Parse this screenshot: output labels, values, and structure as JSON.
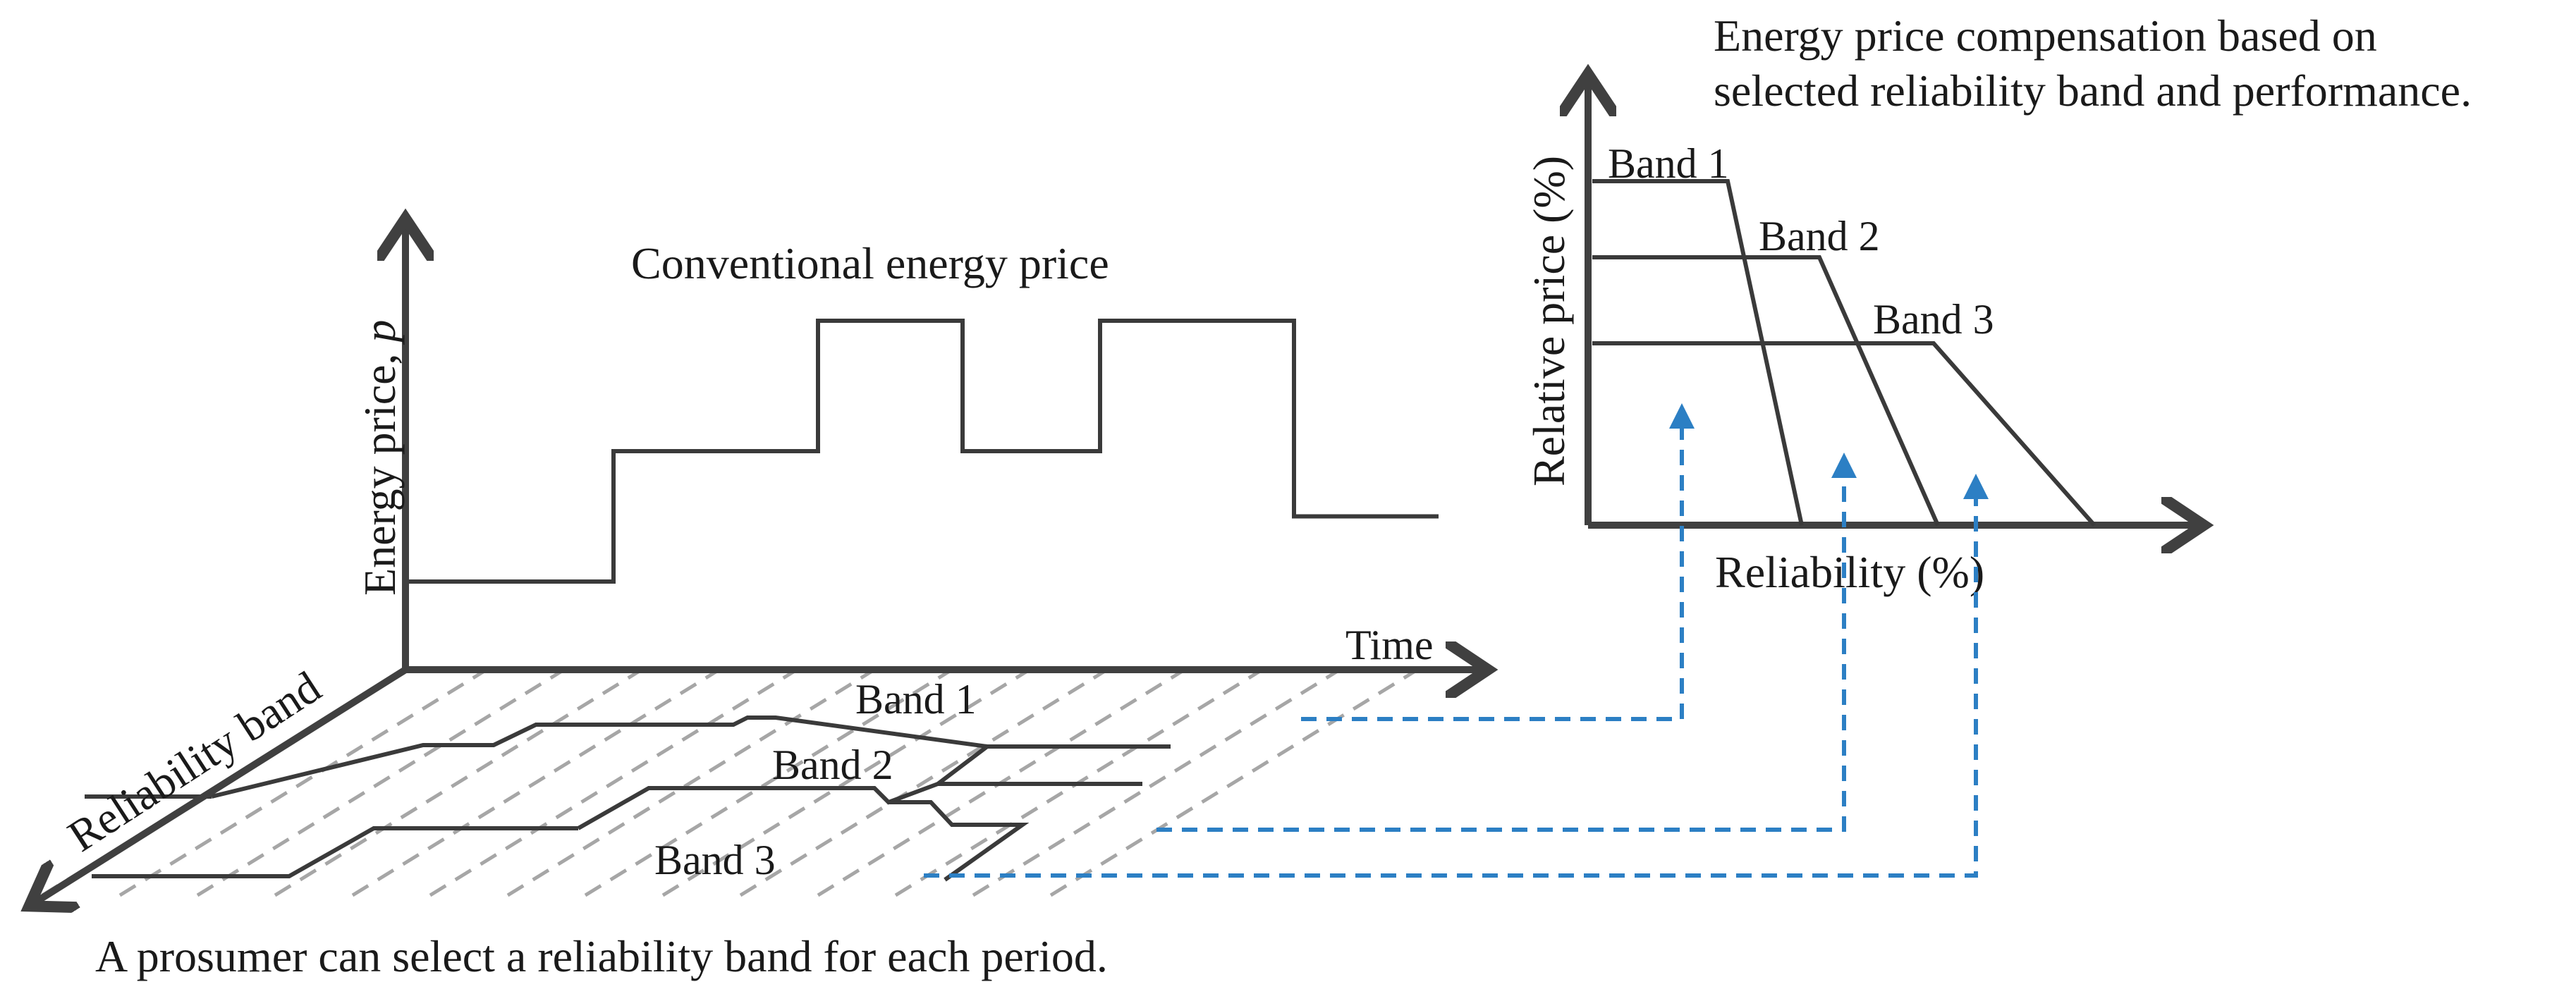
{
  "colors": {
    "axis": "#404040",
    "line": "#3a3a3a",
    "dashed_grid": "#a6a6a6",
    "connector": "#2c7fc4",
    "text": "#1a1a1a",
    "background": "#ffffff"
  },
  "main_chart": {
    "title": "Conventional  energy price",
    "y_axis_label_prefix": "Energy price, ",
    "y_axis_label_var": "p",
    "x_axis_label": "Time",
    "depth_axis_label": "Reliability band",
    "price_steps": [
      {
        "period": 1,
        "level": 1
      },
      {
        "period": 2,
        "level": 2
      },
      {
        "period": 3,
        "level": 3
      },
      {
        "period": 4,
        "level": 2
      },
      {
        "period": 5,
        "level": 3
      },
      {
        "period": 6,
        "level": 1.5
      }
    ]
  },
  "band_plane": {
    "bands": [
      {
        "label": "Band 1"
      },
      {
        "label": "Band 2"
      },
      {
        "label": "Band 3"
      }
    ]
  },
  "compensation_chart": {
    "title_line1": "Energy price compensation based on",
    "title_line2": "selected reliability band and performance.",
    "y_axis_label": "Relative price (%)",
    "x_axis_label": "Reliability (%)",
    "bands": [
      {
        "label": "Band 1"
      },
      {
        "label": "Band 2"
      },
      {
        "label": "Band 3"
      }
    ]
  },
  "caption": "A prosumer can select a reliability band for each period."
}
